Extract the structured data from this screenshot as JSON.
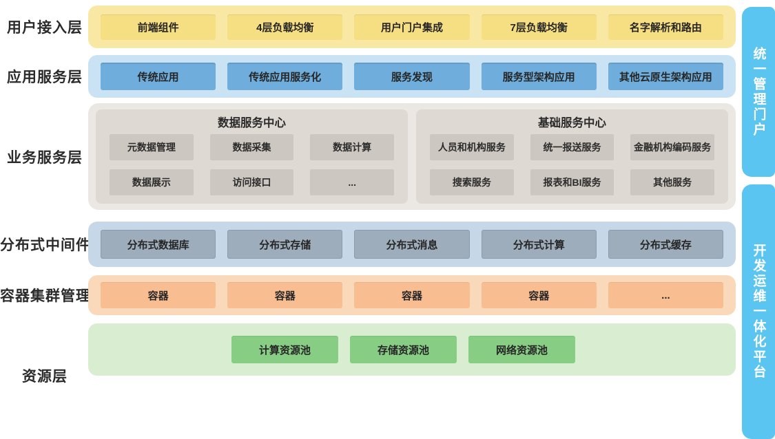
{
  "layers": [
    {
      "label": "用户接入层",
      "boxes": [
        "前端组件",
        "4层负载均衡",
        "用户门户集成",
        "7层负载均衡",
        "名字解析和路由"
      ]
    },
    {
      "label": "应用服务层",
      "boxes": [
        "传统应用",
        "传统应用服务化",
        "服务发现",
        "服务型架构应用",
        "其他云原生架构应用"
      ]
    },
    {
      "label": "业务服务层",
      "panels": [
        {
          "title": "数据服务中心",
          "cells": [
            "元数据管理",
            "数据采集",
            "数据计算",
            "数据展示",
            "访问接口",
            "..."
          ]
        },
        {
          "title": "基础服务中心",
          "cells": [
            "人员和机构服务",
            "统一报送服务",
            "金融机构编码服务",
            "搜索服务",
            "报表和BI服务",
            "其他服务"
          ]
        }
      ]
    },
    {
      "label": "分布式中间件",
      "boxes": [
        "分布式数据库",
        "分布式存储",
        "分布式消息",
        "分布式计算",
        "分布式缓存"
      ]
    },
    {
      "label": "容器集群管理",
      "boxes": [
        "容器",
        "容器",
        "容器",
        "容器",
        "..."
      ]
    },
    {
      "label": "资源层",
      "boxes": [
        "计算资源池",
        "存储资源池",
        "网络资源池"
      ]
    }
  ],
  "sidebars": [
    {
      "label": "统一管理门户"
    },
    {
      "label": "开发运维一体化平台"
    }
  ],
  "colors": {
    "text": "#2b2b2b",
    "user_access_tray": "#F9E8A4",
    "user_access_box": "#F6DE82",
    "app_tray": "#C9E2F4",
    "app_box": "#6FAEDC",
    "business_tray": "#EBE8E4",
    "business_panel": "#DEDAD3",
    "business_cell": "#CCC7C0",
    "middleware_tray": "#C6D8E8",
    "middleware_box": "#9EADBC",
    "container_tray": "#FAD9BB",
    "container_box": "#F9BD92",
    "resource_tray": "#D9EED1",
    "resource_box": "#87CE84",
    "sidebar": "#59C5F0"
  }
}
